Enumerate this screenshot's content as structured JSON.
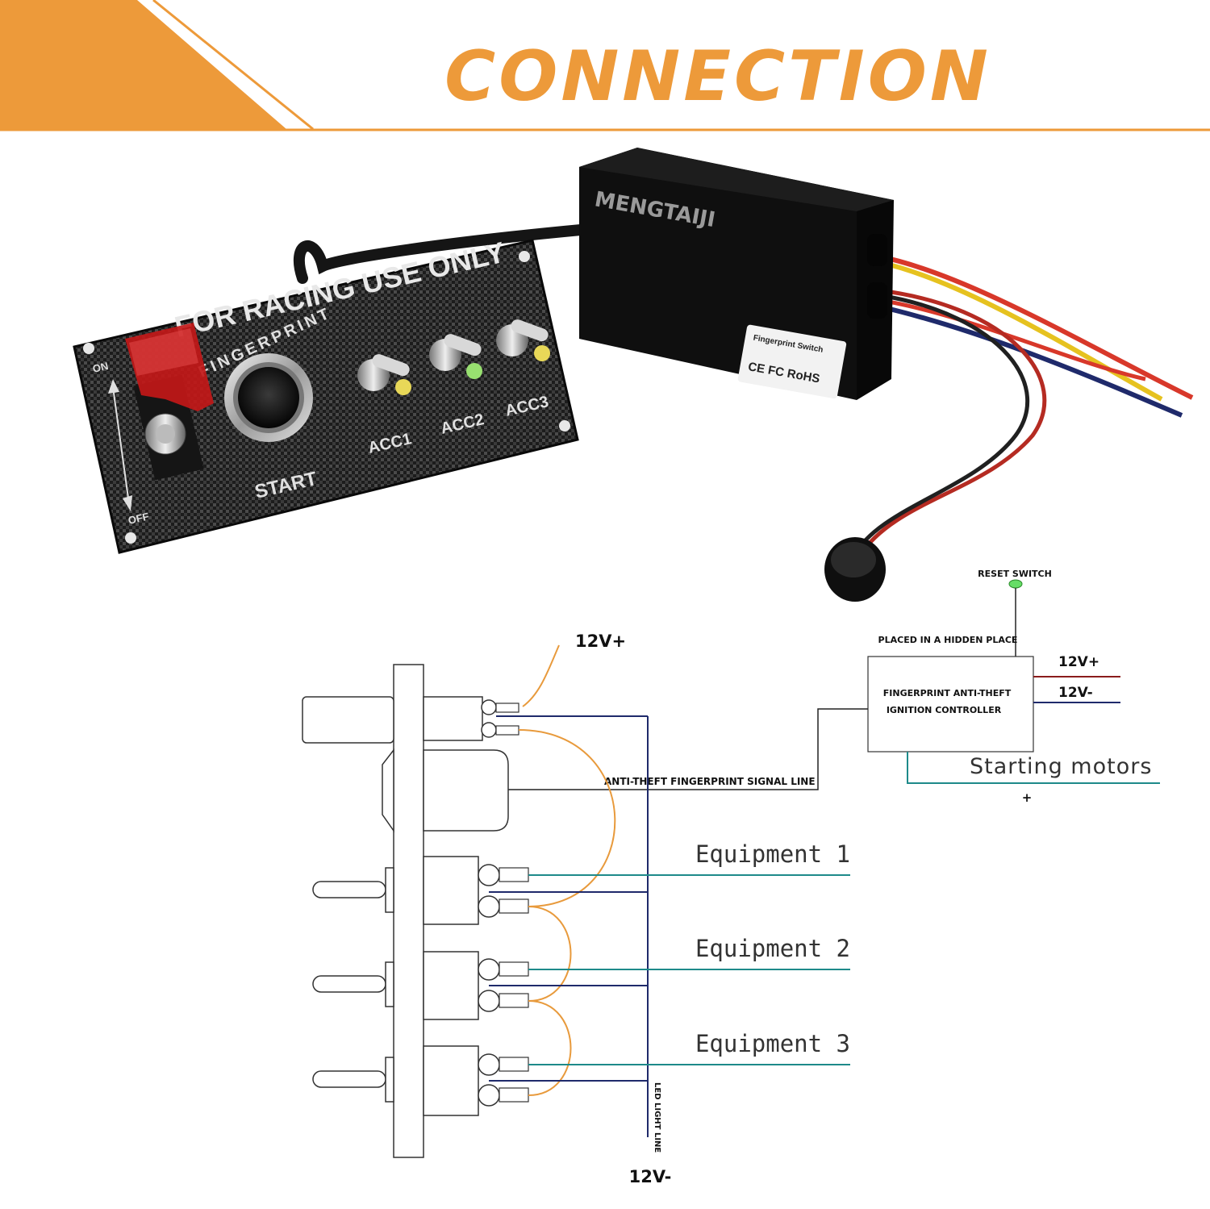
{
  "header": {
    "title": "CONNECTION",
    "accent_color": "#ed9a3a"
  },
  "product": {
    "panel_heading": "FOR RACING USE ONLY",
    "fingerprint_label": "FINGERPRINT",
    "on_label": "ON",
    "off_label": "OFF",
    "start_label": "START",
    "acc1_label": "ACC1",
    "acc2_label": "ACC2",
    "acc3_label": "ACC3",
    "box_brand": "MENGTAIJI",
    "box_sticker_title": "Fingerprint Switch",
    "box_sticker_marks": "CE  FC  RoHS"
  },
  "wiring": {
    "reset_switch": "RESET SWITCH",
    "hidden_place": "PLACED IN A HIDDEN PLACE",
    "controller_line1": "FINGERPRINT ANTI-THEFT",
    "controller_line2": "IGNITION CONTROLLER",
    "ctrl_pos": "12V+",
    "ctrl_neg": "12V-",
    "starting_motors": "Starting motors",
    "plus_sign": "+",
    "signal_line": "ANTI-THEFT FINGERPRINT SIGNAL LINE",
    "top_pos": "12V+",
    "bottom_neg": "12V-",
    "led_line": "LED LIGHT LINE",
    "equipment": [
      "Equipment 1",
      "Equipment 2",
      "Equipment 3"
    ],
    "colors": {
      "orange": "#e89a3c",
      "teal": "#1e8a8a",
      "navy": "#1f2a6b",
      "red": "#8a1c1c",
      "reset_green": "#66dd66"
    }
  }
}
